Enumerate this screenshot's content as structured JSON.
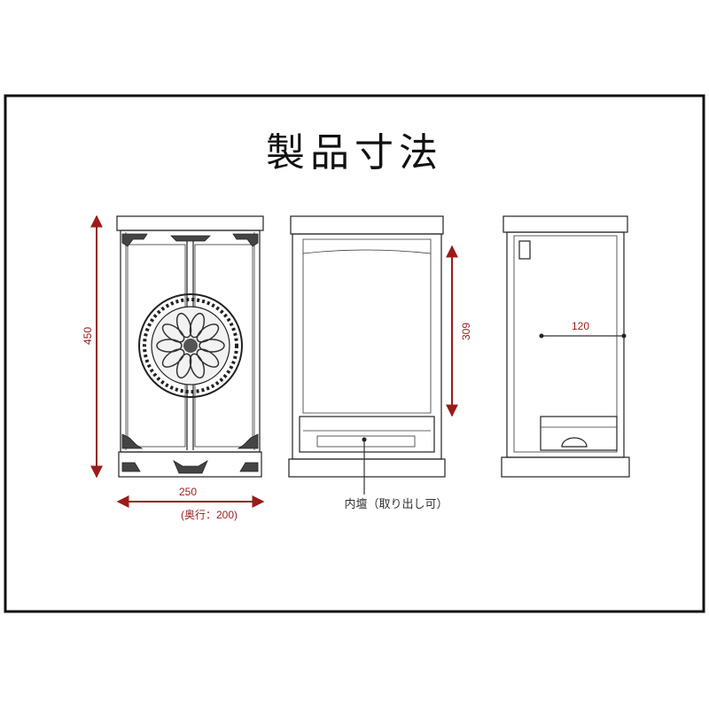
{
  "title": "製品寸法",
  "dimensions": {
    "height": "450",
    "width": "250",
    "depth": "(奥行：200)",
    "inner_height": "309",
    "inner_depth": "120"
  },
  "callout": {
    "inner_altar": "内壇（取り出し可）"
  },
  "colors": {
    "dimension": "#9b1b1b",
    "line": "#222222",
    "border": "#111111"
  },
  "icons": [
    "rosette-ornament-icon",
    "corner-bracket-icon"
  ]
}
